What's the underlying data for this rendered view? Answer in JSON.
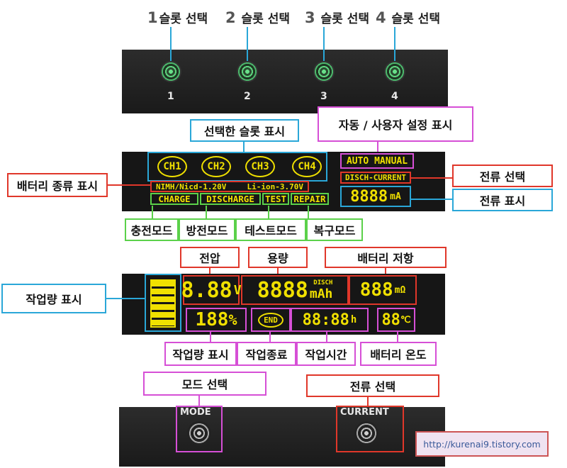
{
  "slots": [
    {
      "num": "1",
      "label": "슬롯 선택",
      "pin": "1"
    },
    {
      "num": "2",
      "label": "슬롯 선택",
      "pin": "2"
    },
    {
      "num": "3",
      "label": "슬롯 선택",
      "pin": "3"
    },
    {
      "num": "4",
      "label": "슬롯 선택",
      "pin": "4"
    }
  ],
  "lcd_top": {
    "channels": [
      "CH1",
      "CH2",
      "CH3",
      "CH4"
    ],
    "nimh": "NIMH/Nicd-1.20V",
    "liion": "Li-ion-3.70V",
    "modes": [
      "CHARGE",
      "DISCHARGE",
      "TEST",
      "REPAIR"
    ],
    "auto_manual": "AUTO MANUAL",
    "disch_current": "DISCH-CURRENT",
    "current_digits": "8888",
    "current_unit": "mA"
  },
  "lcd_bottom": {
    "voltage_digits": "8.88",
    "voltage_unit": "V",
    "capacity_digits": "8888",
    "capacity_tag": "DISCH",
    "capacity_unit": "mAh",
    "resistance_digits": "888",
    "resistance_unit": "mΩ",
    "percent_digits": "188",
    "percent_unit": "%",
    "end_label": "END",
    "time_digits": "88:88",
    "time_unit": "h",
    "temp_digits": "88",
    "temp_unit": "℃"
  },
  "labels": {
    "selected_slot": "선택한 슬롯 표시",
    "auto_user": "자동 / 사용자 설정 표시",
    "battery_type": "배터리 종류 표시",
    "current_select_top": "전류 선택",
    "current_display": "전류 표시",
    "charge_mode": "충전모드",
    "discharge_mode": "방전모드",
    "test_mode": "테스트모드",
    "repair_mode": "복구모드",
    "voltage": "전압",
    "capacity": "용량",
    "battery_resistance": "배터리 저항",
    "work_amount_left": "작업량 표시",
    "work_amount": "작업량 표시",
    "work_end": "작업종료",
    "work_time": "작업시간",
    "battery_temp": "배터리 온도",
    "mode_select": "모드 선택",
    "current_select_bottom": "전류 선택"
  },
  "buttons": {
    "mode": "MODE",
    "current": "CURRENT"
  },
  "watermark": "http://kurenai9.tistory.com",
  "colors": {
    "lcd_yellow": "#f0e000",
    "blue": "#2aa7d8",
    "red": "#e0372a",
    "green": "#5bd14a",
    "pink": "#d64fd6"
  }
}
